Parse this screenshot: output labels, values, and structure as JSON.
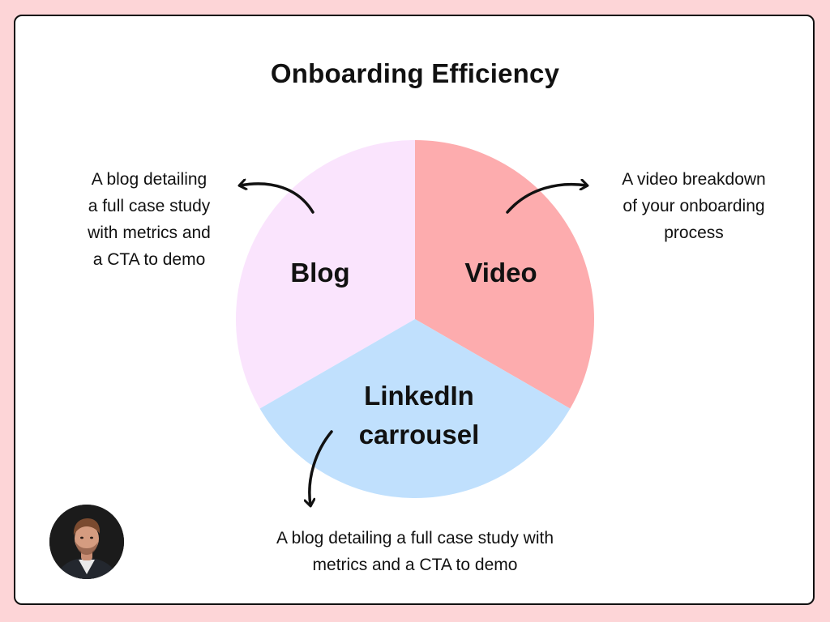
{
  "colors": {
    "page_background": "#fdd5d7",
    "blog": "#fae4fd",
    "video": "#fdacae",
    "linkedin": "#c0e0fd",
    "ink": "#111111"
  },
  "title": "Onboarding Efficiency",
  "segments": {
    "blog": {
      "label": "Blog",
      "share": 0.3333
    },
    "video": {
      "label": "Video",
      "share": 0.3333
    },
    "linkedin": {
      "label_line1": "LinkedIn",
      "label_line2": "carrousel",
      "share": 0.3333
    }
  },
  "notes": {
    "blog": [
      "A blog detailing",
      "a full case study",
      "with metrics and",
      "a CTA to demo"
    ],
    "video": [
      "A video breakdown",
      "of your onboarding",
      "process"
    ],
    "linkedin": [
      "A blog detailing a full case study with",
      "metrics and a CTA to demo"
    ]
  },
  "avatar_icon": "person-portrait"
}
